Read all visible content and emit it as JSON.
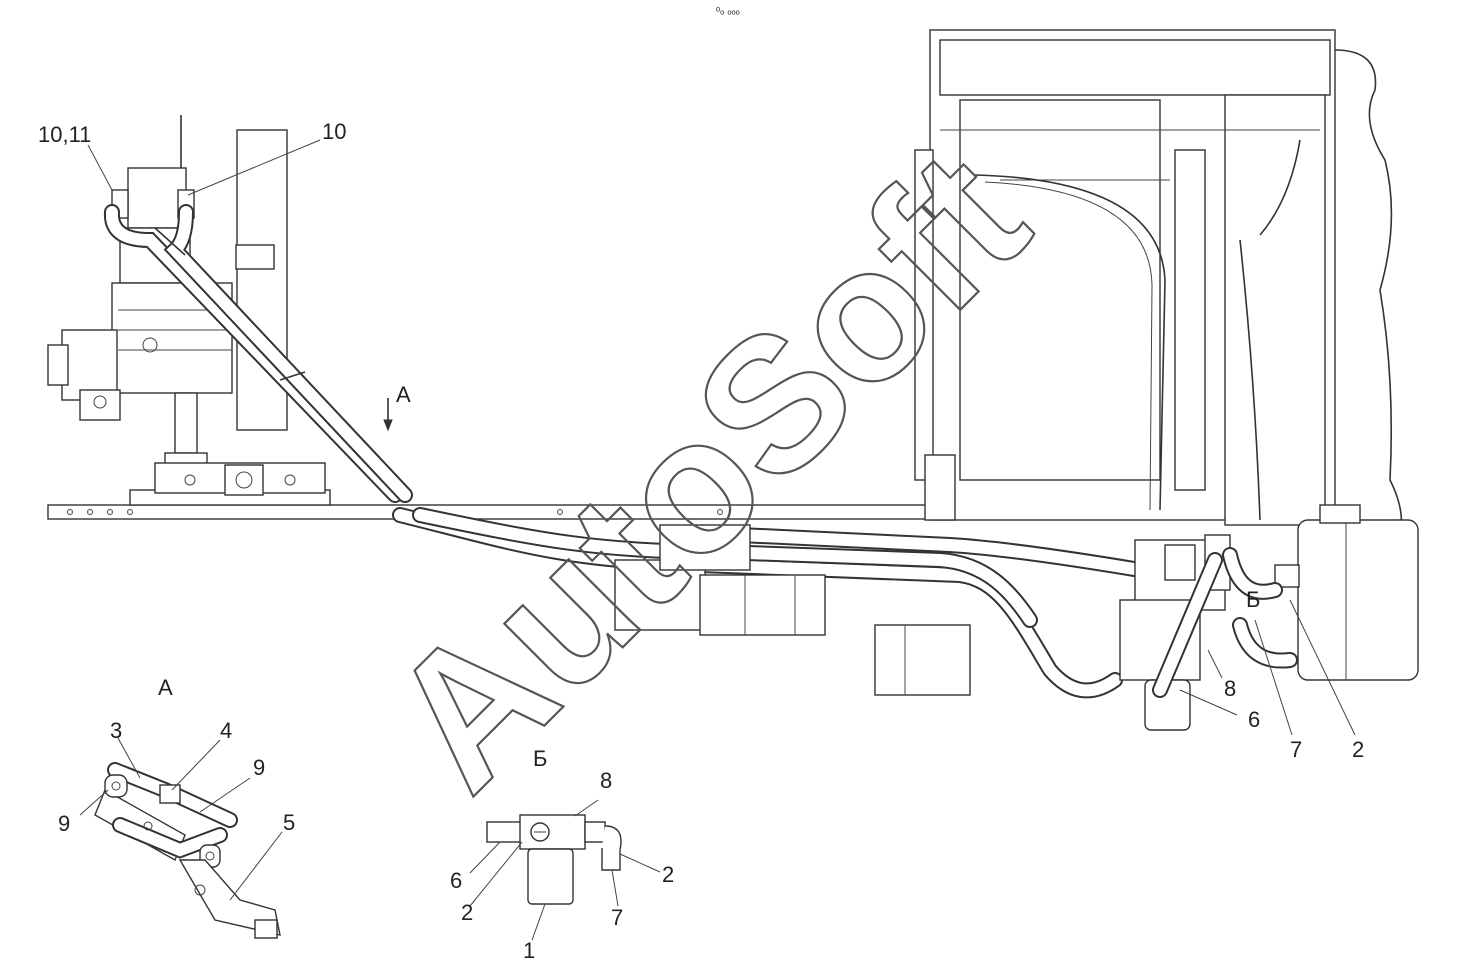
{
  "header": {
    "mark": "ᵒₒ ₒₒₒ"
  },
  "watermark": "AutoSoft",
  "views": {
    "main": {
      "view_label": "А"
    },
    "section_a": {
      "title": "А"
    },
    "section_b": {
      "title": "Б",
      "callout": "Б"
    }
  },
  "callouts": {
    "main": [
      "10,11",
      "10",
      "8",
      "6",
      "7",
      "2"
    ],
    "view_a": [
      "3",
      "4",
      "9",
      "9",
      "5"
    ],
    "view_b": [
      "8",
      "6",
      "2",
      "2",
      "7",
      "1"
    ]
  },
  "colors": {
    "line": "#333333",
    "background": "#ffffff",
    "watermark": "#555555"
  }
}
